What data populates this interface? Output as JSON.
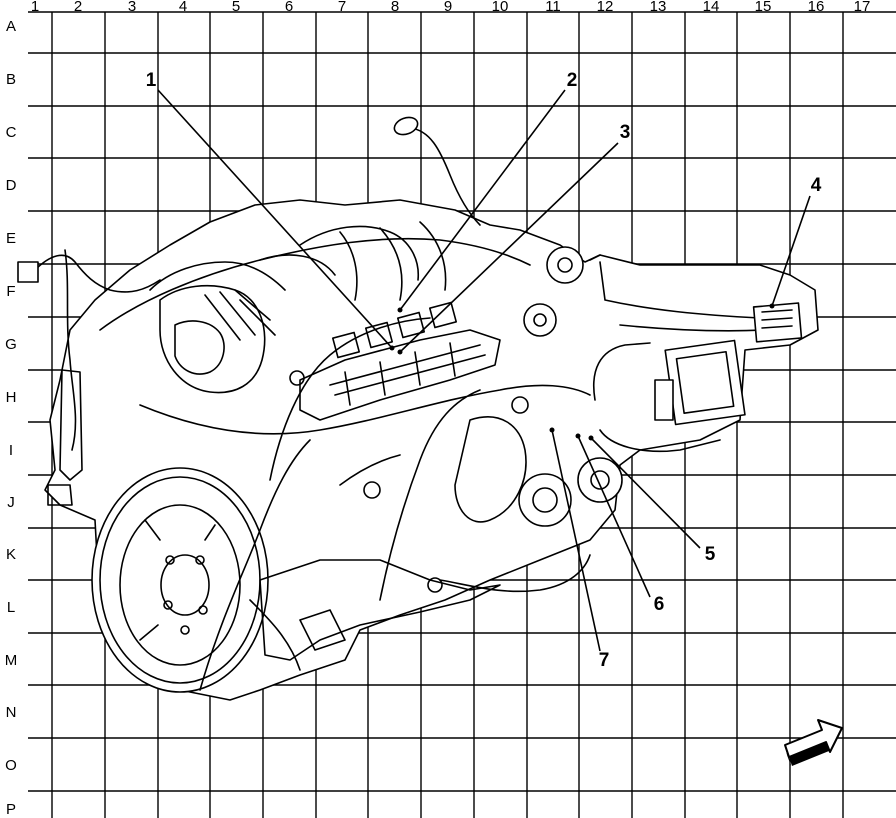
{
  "grid": {
    "columns": [
      "1",
      "2",
      "3",
      "4",
      "5",
      "6",
      "7",
      "8",
      "9",
      "10",
      "11",
      "12",
      "13",
      "14",
      "15",
      "16",
      "17"
    ],
    "rows": [
      "A",
      "B",
      "C",
      "D",
      "E",
      "F",
      "G",
      "H",
      "I",
      "J",
      "K",
      "L",
      "M",
      "N",
      "O",
      "P"
    ]
  },
  "callouts": [
    {
      "label": "1",
      "target": "fuel-rail-left"
    },
    {
      "label": "2",
      "target": "fuel-injector"
    },
    {
      "label": "3",
      "target": "intake-manifold"
    },
    {
      "label": "4",
      "target": "engine-harness-connector"
    },
    {
      "label": "5",
      "target": "sensor-connector"
    },
    {
      "label": "6",
      "target": "harness-clip"
    },
    {
      "label": "7",
      "target": "harness-branch"
    }
  ],
  "icons": {
    "direction": "front-arrow-icon"
  }
}
